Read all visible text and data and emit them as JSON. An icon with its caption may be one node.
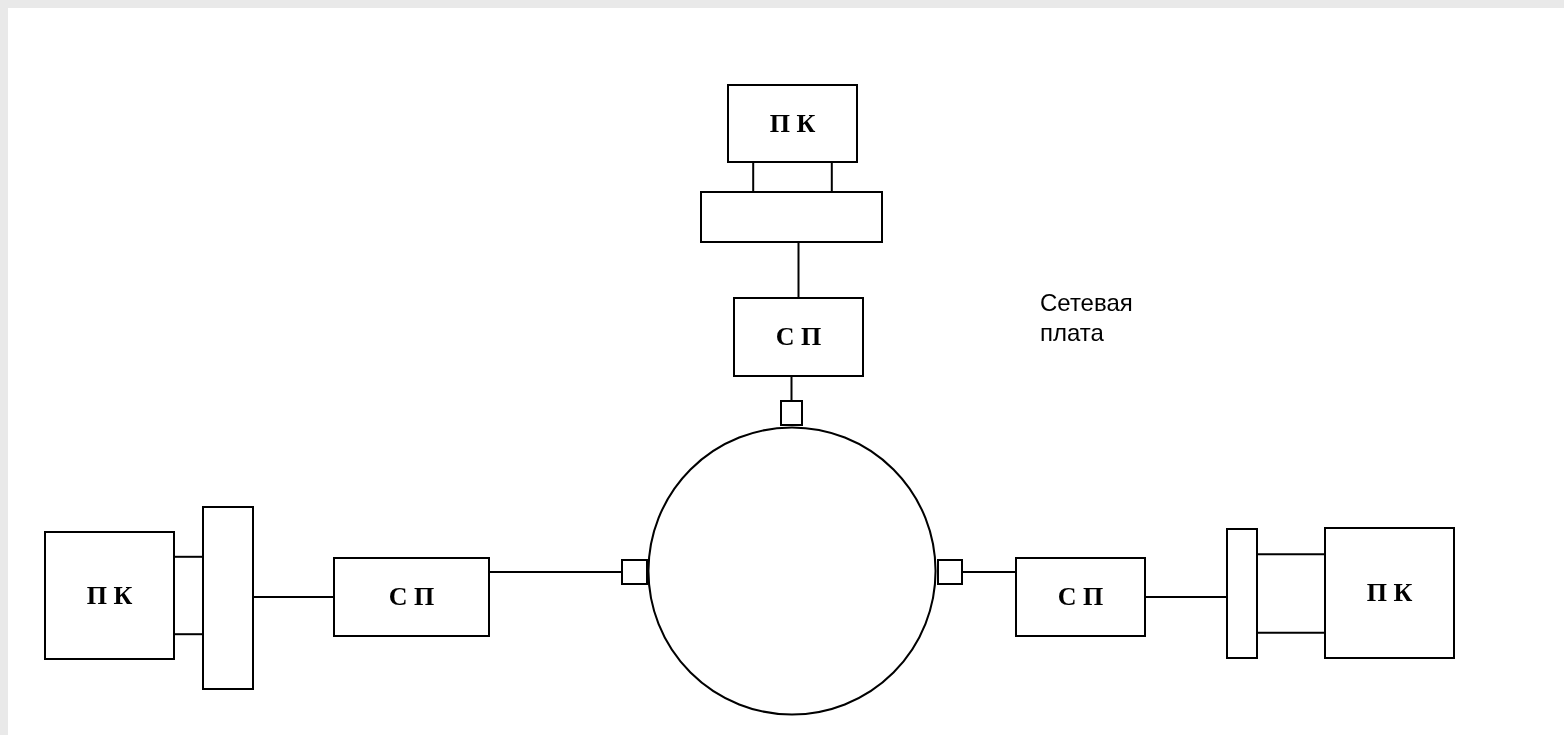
{
  "diagram": {
    "nodes": [
      {
        "text": [
          "П К"
        ]
      },
      {
        "text": [],
        "shape": "box"
      },
      {
        "text": [
          "С П"
        ]
      },
      {
        "text": [],
        "shape": "box"
      },
      {
        "text": [],
        "shape": "circle"
      },
      {
        "text": [
          "П К"
        ]
      },
      {
        "text": [],
        "shape": "bar"
      },
      {
        "text": [
          "С П"
        ]
      },
      {
        "text": [],
        "shape": "box"
      },
      {
        "text": [],
        "shape": "box"
      },
      {
        "text": [
          "С П"
        ]
      },
      {
        "text": [],
        "shape": "bar"
      },
      {
        "text": [
          "П К"
        ]
      }
    ],
    "edges": [
      {
        "from": 0,
        "to": 1,
        "arrow": "none"
      },
      {
        "from": 0,
        "to": 1,
        "arrow": "none"
      },
      {
        "from": 1,
        "to": 2,
        "arrow": "none"
      },
      {
        "from": 2,
        "to": 3,
        "arrow": "none"
      },
      {
        "from": 5,
        "to": 6,
        "arrow": "none"
      },
      {
        "from": 5,
        "to": 6,
        "arrow": "none"
      },
      {
        "from": 6,
        "to": 7,
        "arrow": "none"
      },
      {
        "from": 7,
        "to": 8,
        "arrow": "none"
      },
      {
        "from": 9,
        "to": 10,
        "arrow": "none"
      },
      {
        "from": 10,
        "to": 11,
        "arrow": "none"
      },
      {
        "from": 11,
        "to": 12,
        "arrow": "none"
      },
      {
        "from": 11,
        "to": 12,
        "arrow": "none"
      }
    ],
    "labels": [
      "Сетевая плата"
    ]
  }
}
